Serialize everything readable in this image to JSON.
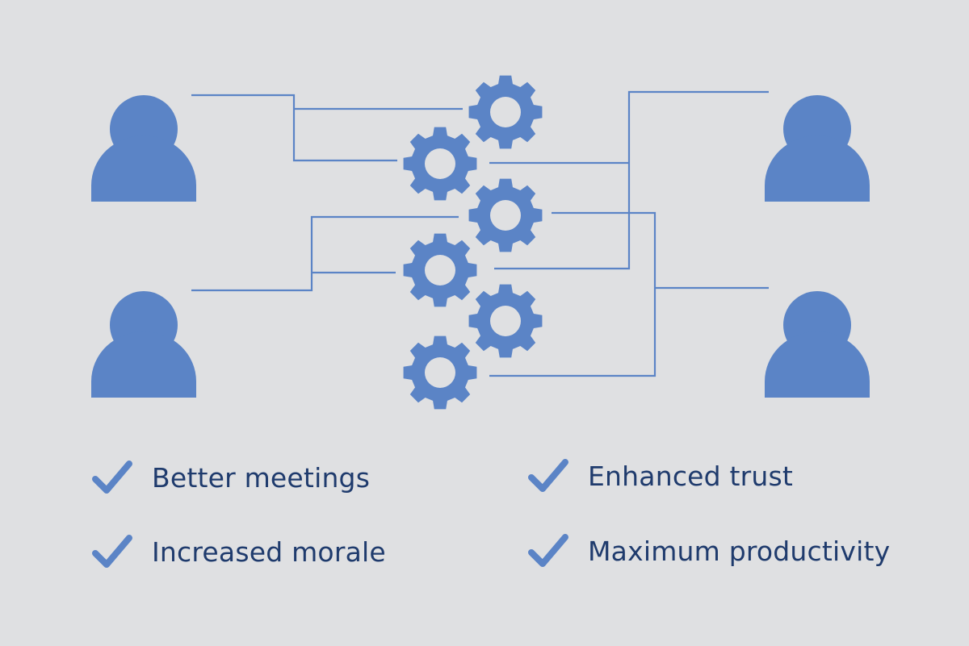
{
  "colors": {
    "background": "#dfe0e2",
    "accent": "#5b84c6",
    "text": "#1f3b6d"
  },
  "icons": {
    "person": "person-icon",
    "gear": "gear-icon",
    "check": "checkmark-icon"
  },
  "benefits": [
    {
      "label": "Better meetings"
    },
    {
      "label": "Increased morale"
    },
    {
      "label": "Enhanced trust"
    },
    {
      "label": "Maximum productivity"
    }
  ]
}
